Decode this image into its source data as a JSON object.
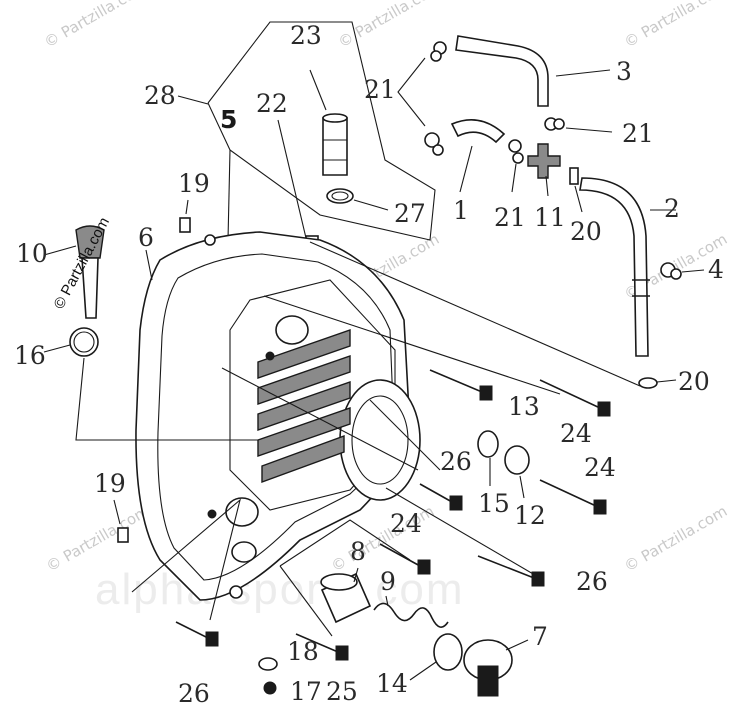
{
  "diagram": {
    "callouts": {
      "c1": "1",
      "c2": "2",
      "c3": "3",
      "c4": "4",
      "c5": "5",
      "c6": "6",
      "c7": "7",
      "c8": "8",
      "c9": "9",
      "c10": "10",
      "c11": "11",
      "c12": "12",
      "c13": "13",
      "c14": "14",
      "c15": "15",
      "c16": "16",
      "c17": "17",
      "c18": "18",
      "c19a": "19",
      "c19b": "19",
      "c20a": "20",
      "c20b": "20",
      "c21a": "21",
      "c21b": "21",
      "c21c": "21",
      "c22": "22",
      "c23": "23",
      "c24a": "24",
      "c24b": "24",
      "c24c": "24",
      "c25": "25",
      "c26a": "26",
      "c26b": "26",
      "c26c": "26",
      "c27": "27",
      "c28": "28"
    },
    "watermarks": {
      "partzilla": "© Partzilla.com",
      "site": "alpha-sports.com"
    }
  }
}
